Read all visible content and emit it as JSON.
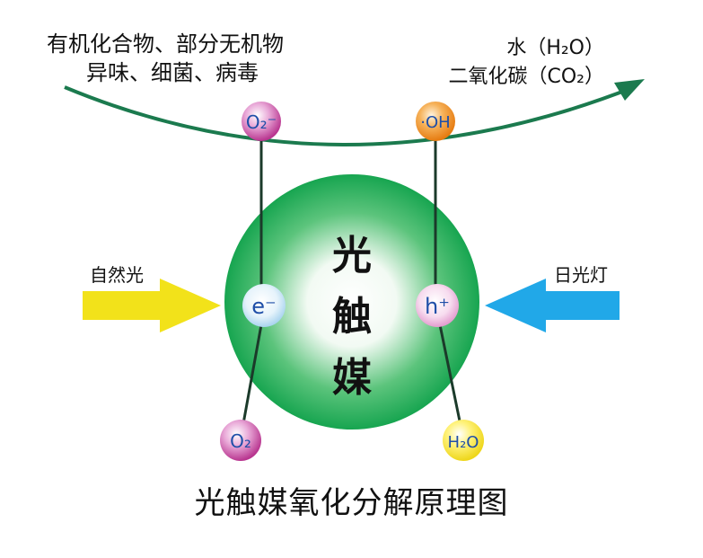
{
  "texts": {
    "pollutants_line1": "有机化合物、部分无机物",
    "pollutants_line2": "异味、细菌、病毒",
    "product_water": "水（H₂O）",
    "product_co2": "二氧化碳（CO₂）",
    "natural_light": "自然光",
    "lamp_light": "日光灯",
    "center_chars": [
      "光",
      "触",
      "媒"
    ],
    "title": "光触媒氧化分解原理图"
  },
  "molecules": {
    "superoxide": "O₂⁻",
    "hydroxyl": "·OH",
    "electron": "e⁻",
    "hole": "h⁺",
    "oxygen": "O₂",
    "water": "H₂O"
  },
  "colors": {
    "arrow_green": "#1b7a4e",
    "sphere_green": "#17a550",
    "yellow_arrow": "#f2e21a",
    "blue_arrow": "#21a8e8",
    "magenta": "#c0399a",
    "orange": "#f08a1c",
    "yellow_ball": "#f5e51e",
    "label_blue": "#1f4fa8"
  }
}
